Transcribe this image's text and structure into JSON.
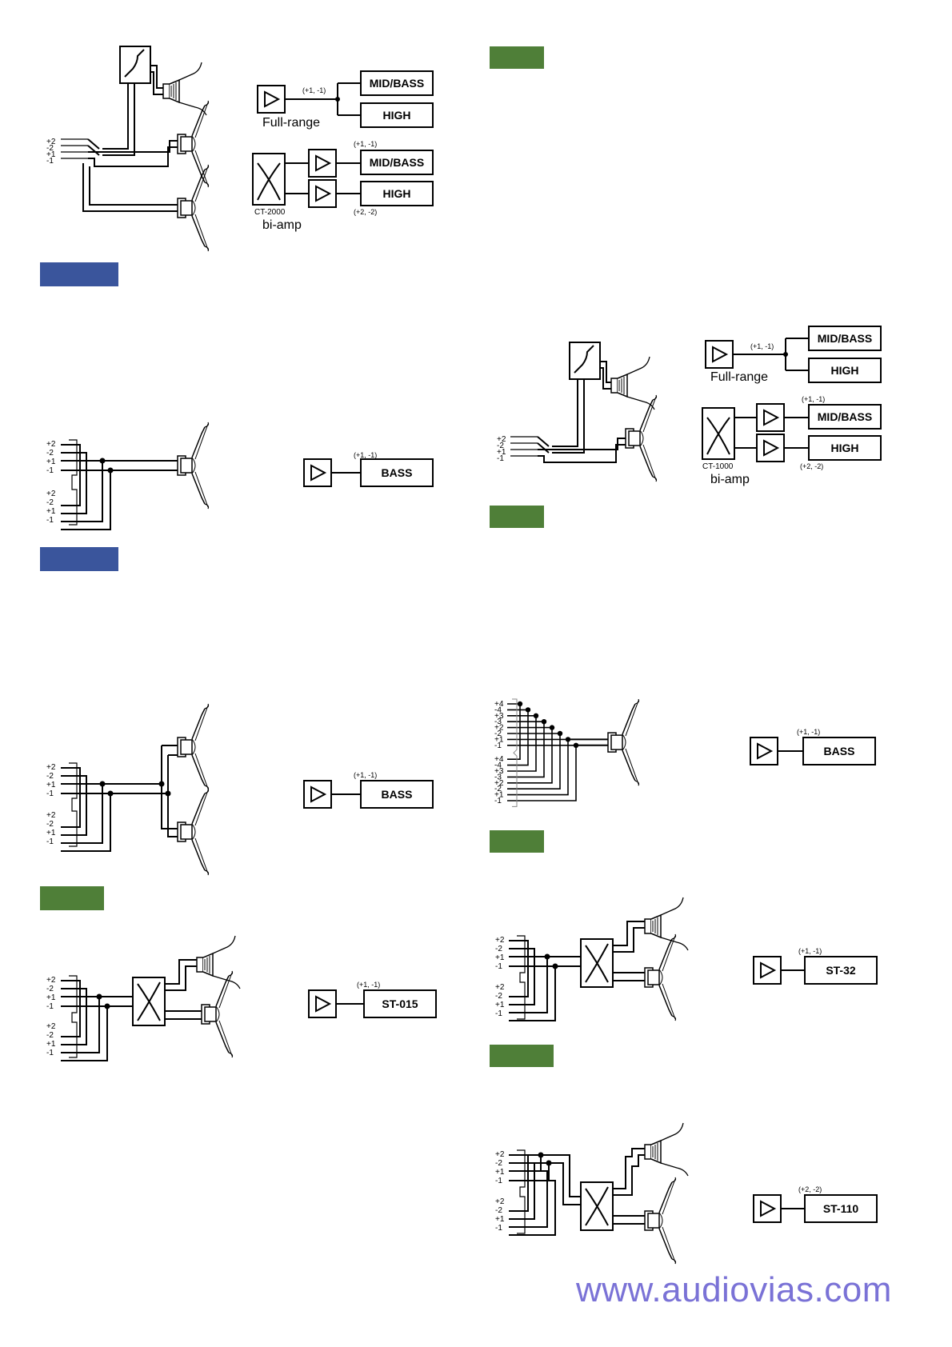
{
  "colors": {
    "blue": "#3a559c",
    "green": "#4f7f38",
    "url": "#7a72d6"
  },
  "footer": {
    "url": "www.audiovias.com"
  },
  "blocks": {
    "twoway_top": {
      "terminals": [
        "+2",
        "-2",
        "+1",
        "-1"
      ],
      "full": {
        "amp_note": "(+1, -1)",
        "caption": "Full-range",
        "out1": "MID/BASS",
        "out2": "HIGH"
      },
      "bi": {
        "model": "CT-2000",
        "caption": "bi-amp",
        "note_top": "(+1, -1)",
        "note_bot": "(+2, -2)",
        "out1": "MID/BASS",
        "out2": "HIGH"
      }
    },
    "bass_single": {
      "terminals": [
        "+2",
        "-2",
        "+1",
        "-1",
        "+2",
        "-2",
        "+1",
        "-1"
      ],
      "note": "(+1, -1)",
      "out": "BASS"
    },
    "bass_dual": {
      "terminals": [
        "+2",
        "-2",
        "+1",
        "-1",
        "+2",
        "-2",
        "+1",
        "-1"
      ],
      "note": "(+1, -1)",
      "out": "BASS"
    },
    "st015": {
      "terminals": [
        "+2",
        "-2",
        "+1",
        "-1",
        "+2",
        "-2",
        "+1",
        "-1"
      ],
      "note": "(+1, -1)",
      "out": "ST-015"
    },
    "twoway_right": {
      "terminals": [
        "+2",
        "-2",
        "+1",
        "-1"
      ],
      "full": {
        "amp_note": "(+1, -1)",
        "caption": "Full-range",
        "out1": "MID/BASS",
        "out2": "HIGH"
      },
      "bi": {
        "model": "CT-1000",
        "caption": "bi-amp",
        "note_top": "(+1, -1)",
        "note_bot": "(+2, -2)",
        "out1": "MID/BASS",
        "out2": "HIGH"
      }
    },
    "bass_big": {
      "terminals": [
        "+4",
        "-4",
        "+3",
        "-3",
        "+2",
        "-2",
        "+1",
        "-1",
        "+4",
        "-4",
        "+3",
        "-3",
        "+2",
        "-2",
        "+1",
        "-1"
      ],
      "note": "(+1, -1)",
      "out": "BASS"
    },
    "st32": {
      "terminals": [
        "+2",
        "-2",
        "+1",
        "-1",
        "+2",
        "-2",
        "+1",
        "-1"
      ],
      "note": "(+1, -1)",
      "out": "ST-32"
    },
    "st110": {
      "terminals": [
        "+2",
        "-2",
        "+1",
        "-1",
        "+2",
        "-2",
        "+1",
        "-1"
      ],
      "note": "(+2, -2)",
      "out": "ST-110"
    }
  }
}
